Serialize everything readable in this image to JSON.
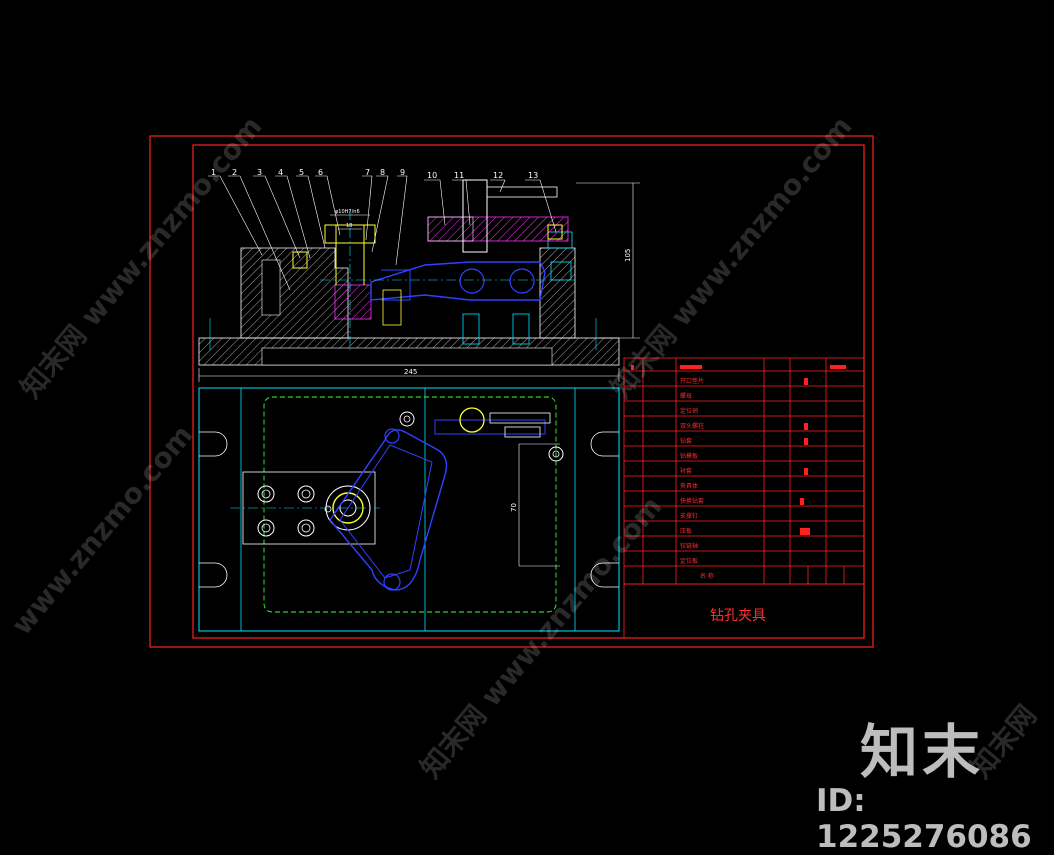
{
  "drawing": {
    "title_block_name": "钻孔夹具",
    "part_numbers": [
      "1",
      "2",
      "3",
      "4",
      "5",
      "6",
      "7",
      "8",
      "9",
      "10",
      "11",
      "12",
      "13"
    ],
    "dimensions": {
      "overall_width": "245",
      "height": "105",
      "plan_offset": "70",
      "top_fit": "φ10H7/n6",
      "top_small": "18"
    },
    "bom_header": "名 称",
    "bom_rows": [
      "开口垫片",
      "螺母",
      "定位销",
      "双头螺柱",
      "钻套",
      "钻模板",
      "衬套",
      "夹具体",
      "快换钻套",
      "支撑钉",
      "压板",
      "铰链轴",
      "定位板"
    ]
  },
  "watermark": {
    "text": "www.znzmo.com",
    "brand": "知末网",
    "logo": "知末",
    "id": "ID: 1225276086"
  },
  "colors": {
    "frame": "#ff2020",
    "cyan": "#00e5ff",
    "blue": "#3040ff",
    "yellow": "#ffff33",
    "green": "#33ff33",
    "magenta": "#ff20ff",
    "white": "#ffffff"
  }
}
